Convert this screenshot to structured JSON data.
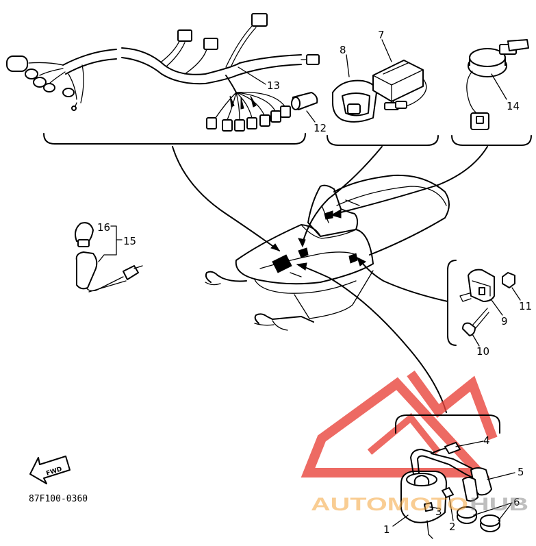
{
  "callouts": [
    {
      "id": "c1",
      "text": "1"
    },
    {
      "id": "c2",
      "text": "2"
    },
    {
      "id": "c3",
      "text": "3"
    },
    {
      "id": "c4",
      "text": "4"
    },
    {
      "id": "c5",
      "text": "5"
    },
    {
      "id": "c6",
      "text": "6"
    },
    {
      "id": "c7",
      "text": "7"
    },
    {
      "id": "c8",
      "text": "8"
    },
    {
      "id": "c9",
      "text": "9"
    },
    {
      "id": "c10",
      "text": "10"
    },
    {
      "id": "c11",
      "text": "11"
    },
    {
      "id": "c12",
      "text": "12"
    },
    {
      "id": "c13",
      "text": "13"
    },
    {
      "id": "c14",
      "text": "14"
    },
    {
      "id": "c15",
      "text": "15"
    },
    {
      "id": "c16",
      "text": "16"
    }
  ],
  "fwd_label": "FWD",
  "diagram_code": "87F100-0360",
  "watermark": {
    "text_orange": "AUTOMOTO",
    "text_gray": "HUB",
    "color_red": "#e8453c",
    "color_orange": "#f4a43a",
    "color_gray": "#8a8a8a"
  }
}
